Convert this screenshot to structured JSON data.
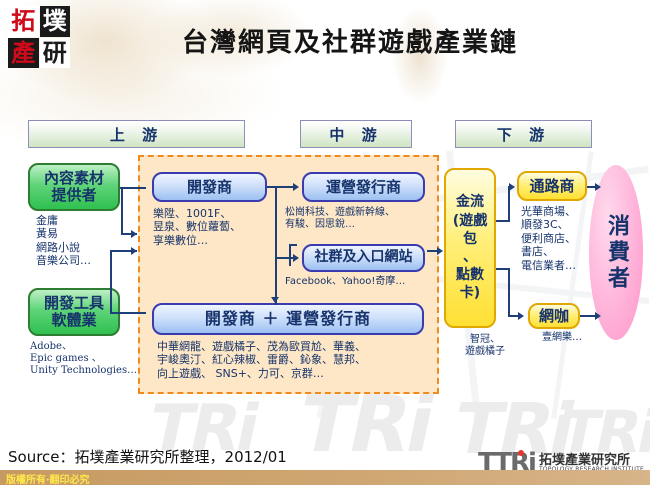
{
  "logo": {
    "chars": [
      "拓",
      "墣",
      "產",
      "研"
    ]
  },
  "header": {
    "title": "台灣網頁及社群遊戲產業鏈"
  },
  "stages": [
    {
      "id": "upstream",
      "label": "上 游"
    },
    {
      "id": "midstream",
      "label": "中 游"
    },
    {
      "id": "downstream",
      "label": "下 游"
    }
  ],
  "nodes": {
    "content_provider": {
      "label": "內容素材\n提供者",
      "examples": "金庸\n黃易\n網路小說\n音樂公司…"
    },
    "dev_tools": {
      "label": "開發工具\n軟體業",
      "examples": "Adobe、\nEpic games 、\nUnity Technologies…"
    },
    "developer": {
      "label": "開發商",
      "examples": "樂陞、1001F、\n昱泉、數位蘿蔔、\n享樂數位…"
    },
    "publisher": {
      "label": "運營發行商",
      "examples": "松崗科技、遊戲新幹線、\n有駿、因思銳…"
    },
    "social_portal": {
      "label": "社群及入口網站",
      "examples": "Facebook、Yahoo!奇摩…"
    },
    "dev_plus_pub": {
      "label": "開發商 ＋ 運營發行商",
      "examples": "中華網龍、遊戲橘子、茂為歐買尬、華義、\n宇峻奧汀、紅心辣椒、雷爵、鈊象、慧邦、\n向上遊戲、 SNS+、力可、京群…"
    },
    "payment": {
      "label": "金流\n(遊戲包\n、\n點數卡)",
      "examples": "智冠、\n遊戲橘子"
    },
    "channel": {
      "label": "通路商",
      "examples": "光華商場、\n順發3C、\n便利商店、\n書店、\n電信業者…"
    },
    "cybercafe": {
      "label": "網咖",
      "examples": "壹網樂…"
    },
    "consumer": {
      "label": "消費者"
    }
  },
  "footer": {
    "source": "Source：拓墣產業研究所整理，2012/01",
    "copyright": "版權所有‧翻印必究",
    "brand_mark": "TTRi",
    "brand_cn": "拓墣產業研究所",
    "brand_en": "TOPOLOGY RESEARCH INSTITUTE"
  },
  "watermark": {
    "text": "TRi"
  },
  "colors": {
    "accent_orange": "#f08a1c",
    "panel_bg": "#fde7c6",
    "text_blue": "#16336b",
    "green": "#2fc04f",
    "yellow": "#ffe033",
    "pink": "#ffb3d9",
    "bottom_bar": "#cfa672"
  }
}
